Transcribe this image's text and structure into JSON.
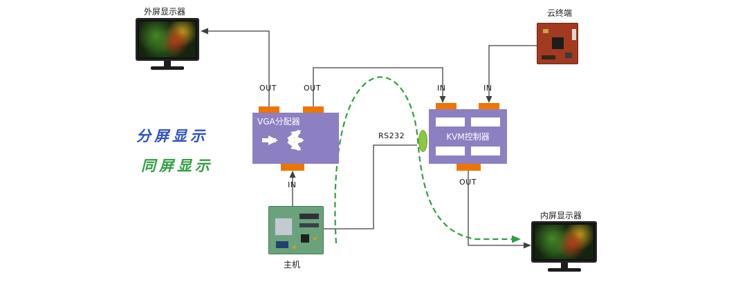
{
  "diagram": {
    "devices": {
      "external_monitor_label": "外屏显示器",
      "cloud_terminal_label": "云终端",
      "host_label": "主机",
      "internal_monitor_label": "内屏显示器",
      "vga_splitter_label": "VGA分配器",
      "kvm_controller_label": "KVM控制器"
    },
    "ports": {
      "vga_out_left": "OUT",
      "vga_out_right": "OUT",
      "vga_in": "IN",
      "kvm_in_left": "IN",
      "kvm_in_right": "IN",
      "kvm_out": "OUT"
    },
    "annotations": {
      "rs232_label": "RS232"
    },
    "legend": {
      "split_display": "分屏显示",
      "same_display": "同屏显示"
    },
    "colors": {
      "device_box": "#8c7fc2",
      "port_tab": "#ee7500",
      "connector_oval": "#8dc63f",
      "solid_line": "#3f3f3f",
      "same_display_path": "#2f9e3f",
      "split_display_text": "#2b50c8"
    }
  }
}
